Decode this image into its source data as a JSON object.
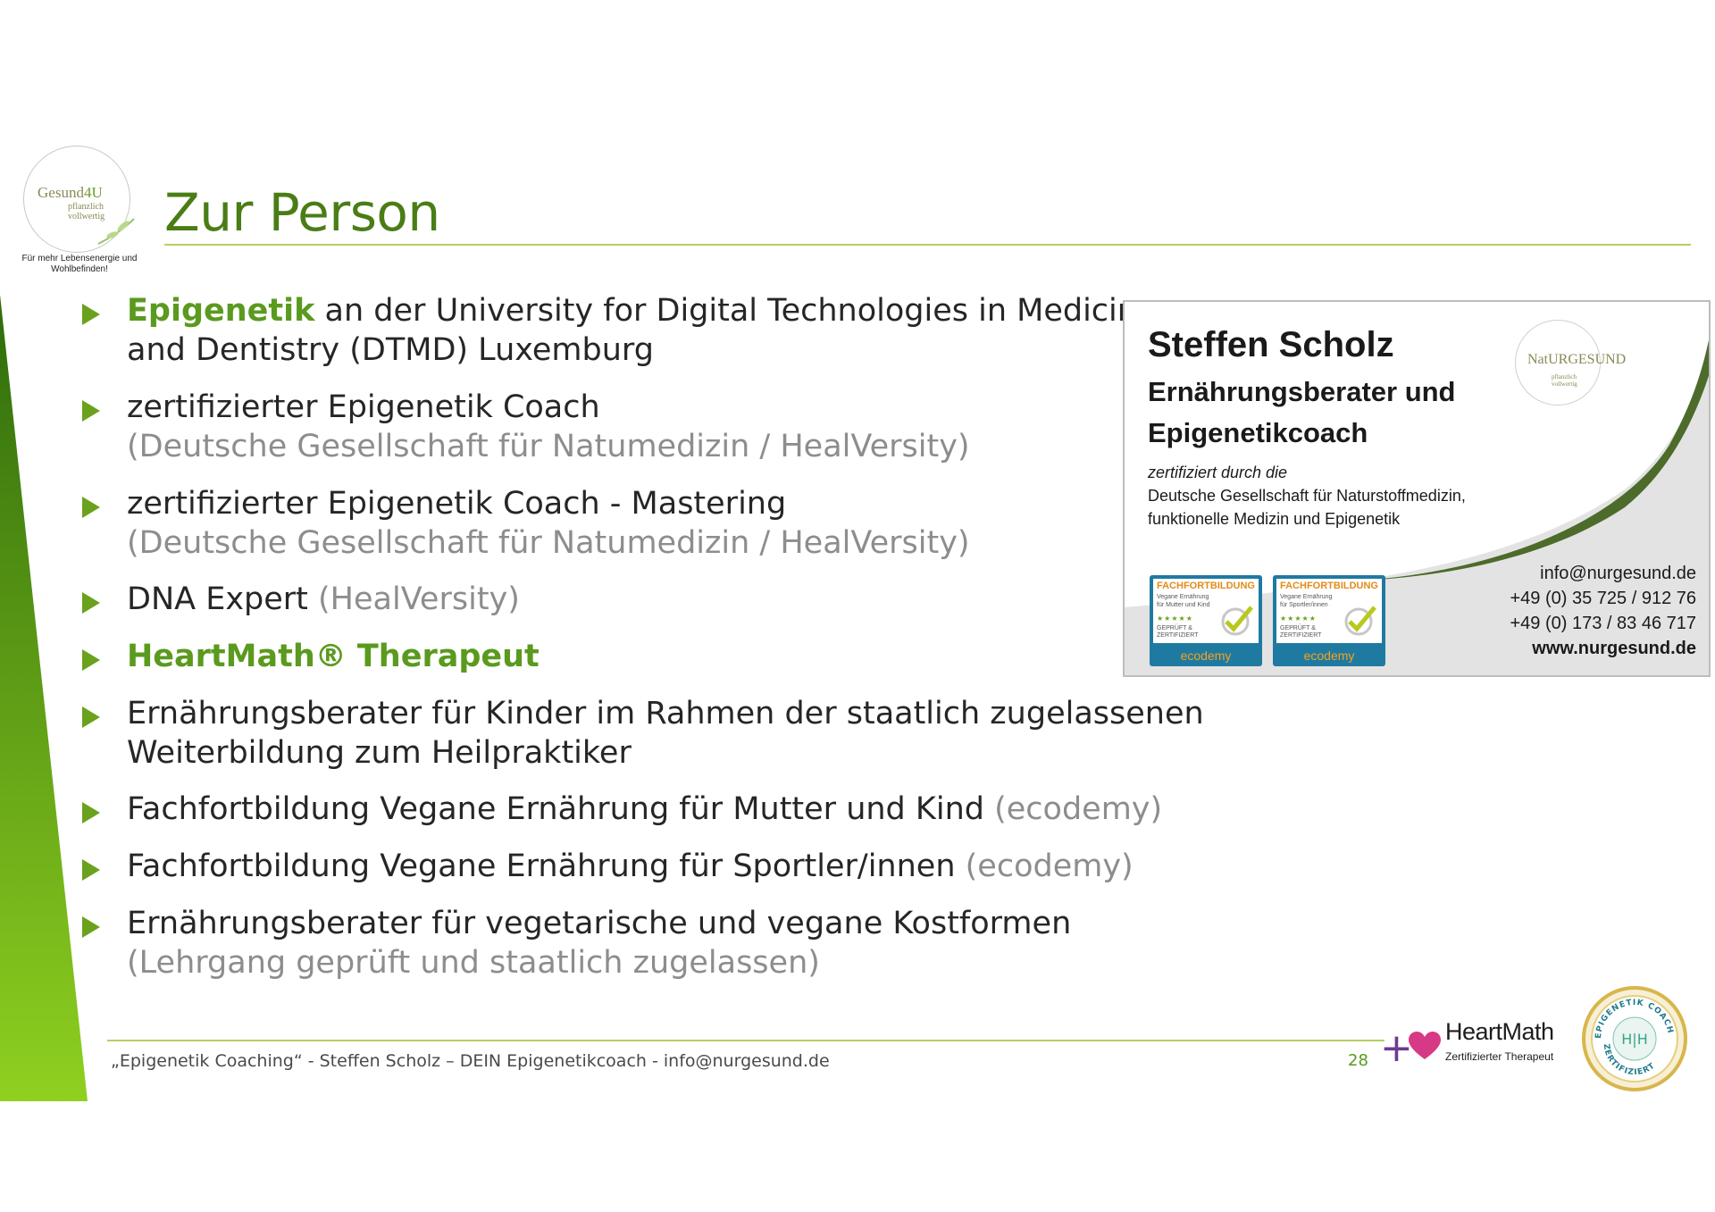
{
  "logo": {
    "title_pre": "Gesund",
    "title_accent": "4U",
    "subtitle": "pflanzlich vollwertig",
    "tagline": "Für mehr Lebensenergie und Wohlbefinden!"
  },
  "slide": {
    "title": "Zur Person"
  },
  "bullets": [
    {
      "lead": "Epigenetik",
      "text": " an der University for Digital Technologies in Medicine",
      "line2": "and Dentistry (DTMD) Luxemburg"
    },
    {
      "text": "zertifizierter Epigenetik Coach",
      "note": "(Deutsche Gesellschaft für Natumedizin / HealVersity)"
    },
    {
      "text": "zertifizierter Epigenetik Coach - Mastering",
      "note": "(Deutsche Gesellschaft für Natumedizin / HealVersity)"
    },
    {
      "text": "DNA Expert ",
      "note_inline": "(HealVersity)"
    },
    {
      "lead": "HeartMath® Therapeut"
    },
    {
      "text": "Ernährungsberater für Kinder im Rahmen der staatlich zugelassenen",
      "line2": "Weiterbildung zum Heilpraktiker"
    },
    {
      "text": "Fachfortbildung Vegane Ernährung für Mutter und Kind ",
      "note_inline": "(ecodemy)"
    },
    {
      "text": "Fachfortbildung Vegane Ernährung für Sportler/innen ",
      "note_inline": "(ecodemy)"
    },
    {
      "text": "Ernährungsberater für vegetarische und vegane Kostformen",
      "note": "(Lehrgang geprüft und staatlich zugelassen)"
    }
  ],
  "card": {
    "name": "Steffen Scholz",
    "role_line1": "Ernährungsberater und",
    "role_line2": "Epigenetikcoach",
    "cert_intro": "zertifiziert durch die",
    "cert_line1": "Deutsche Gesellschaft für Naturstoffmedizin,",
    "cert_line2": "funktionelle Medizin und Epigenetik",
    "logo_pre": "Nat",
    "logo_main": "URGESUND",
    "logo_sub": "pflanzlich vollwertig",
    "email": "info@nurgesund.de",
    "phone1": "+49 (0) 35 725 / 912 76",
    "phone2": "+49 (0) 173 / 83 46 717",
    "website": "www.nurgesund.de",
    "badges": [
      {
        "head": "FACHFORTBILDUNG",
        "line1": "Vegane Ernährung",
        "line2": "für Mutter und Kind",
        "stars": "★★★★★",
        "check1": "GEPRÜFT &",
        "check2": "ZERTIFIZIERT",
        "brand": "ecodemy"
      },
      {
        "head": "FACHFORTBILDUNG",
        "line1": "Vegane Ernährung",
        "line2": "für Sportler/innen",
        "stars": "★★★★★",
        "check1": "GEPRÜFT &",
        "check2": "ZERTIFIZIERT",
        "brand": "ecodemy"
      }
    ]
  },
  "footer": {
    "text": "„Epigenetik Coaching“ - Steffen Scholz – DEIN Epigenetikcoach - info@nurgesund.de",
    "page": "28"
  },
  "heartmath": {
    "plus": "+",
    "name": "HeartMath",
    "sub": "Zertifizierter Therapeut"
  },
  "seal": {
    "top": "EPIGENETIK COACH",
    "bottom": "ZERTIFIZIERT",
    "center": "H|H"
  },
  "colors": {
    "accent_green": "#5a9a1e",
    "title_green": "#4a7d16",
    "rule_green": "#b7cf64",
    "note_gray": "#8d8d8d",
    "card_dark_green": "#4d6b2a",
    "ecodemy_blue": "#1f7aa1",
    "heartmath_purple": "#6b3b8e",
    "heartmath_pink": "#d63a86"
  }
}
